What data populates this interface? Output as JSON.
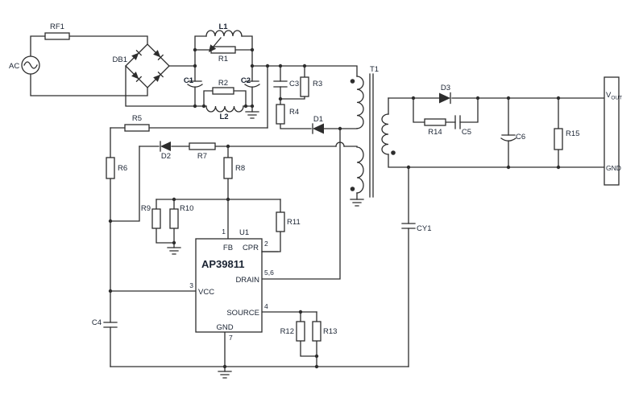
{
  "colors": {
    "wire": "#2d2d2d",
    "text": "#1a2332",
    "bg": "#ffffff"
  },
  "schematic": {
    "labels": {
      "AC": "AC",
      "RF1": "RF1",
      "DB1": "DB1",
      "L1": "L1",
      "R1": "R1",
      "C1": "C1",
      "R2": "R2",
      "C2": "C2",
      "L2": "L2",
      "R5": "R5",
      "R6": "R6",
      "D2": "D2",
      "R7": "R7",
      "R8": "R8",
      "R9": "R9",
      "R10": "R10",
      "R11": "R11",
      "C3": "C3",
      "R3": "R3",
      "R4": "R4",
      "D1": "D1",
      "T1": "T1",
      "D3": "D3",
      "R14": "R14",
      "C5": "C5",
      "C6": "C6",
      "R15": "R15",
      "CY1": "CY1",
      "C4": "C4",
      "R12": "R12",
      "R13": "R13",
      "VOUT_main": "V",
      "VOUT_sub": "OUT",
      "OUT_GND": "GND"
    },
    "ic": {
      "refdes": "U1",
      "part": "AP39811",
      "pins": {
        "fb": "FB",
        "cpr": "CPR",
        "drain": "DRAIN",
        "vcc": "VCC",
        "source": "SOURCE",
        "gnd": "GND",
        "num_fb": "1",
        "num_cpr": "2",
        "num_vcc": "3",
        "num_source": "4",
        "num_drain": "5,6",
        "num_gnd": "7"
      }
    }
  }
}
